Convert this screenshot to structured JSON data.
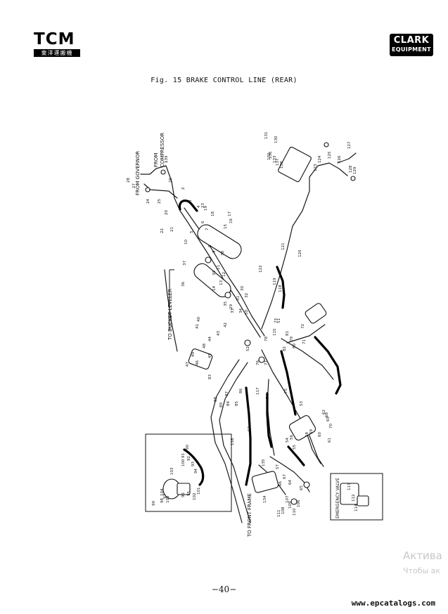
{
  "header": {
    "tcm_logo": "TCM",
    "tcm_subtitle": "東洋運搬機",
    "clark_logo": "CLARK",
    "clark_sub": "EQUIPMENT",
    "figure_title": "Fig. 15  BRAKE CONTROL LINE  (REAR)"
  },
  "diagram": {
    "labels": {
      "from_governor": "FROM GOVERNOR",
      "from_compressor_1": "FROM",
      "from_compressor_2": "COMPRESSOR",
      "to_bucket_leveler": "TO BUCKET LEVELER",
      "to_front_frame": "TO FRONT FRAME",
      "emergency_valve": "EMERGENCY VALVE"
    },
    "part_numbers": [
      "1",
      "2",
      "3",
      "4",
      "5",
      "6",
      "7",
      "8",
      "9",
      "10",
      "11",
      "12",
      "13",
      "14",
      "15",
      "16",
      "17",
      "18",
      "19",
      "20",
      "21",
      "22",
      "23",
      "24",
      "25",
      "26",
      "27",
      "28",
      "29",
      "30",
      "31",
      "32",
      "33",
      "34",
      "35",
      "36",
      "37",
      "38",
      "39",
      "40",
      "41",
      "42",
      "43",
      "44",
      "45",
      "46",
      "47",
      "48",
      "49",
      "50",
      "51",
      "52",
      "53",
      "54",
      "55",
      "56",
      "57",
      "58",
      "59",
      "60",
      "61",
      "62",
      "63",
      "64",
      "65",
      "66",
      "67",
      "68",
      "69",
      "70",
      "71",
      "72",
      "73",
      "74",
      "75",
      "76",
      "77",
      "78",
      "79",
      "80",
      "81",
      "82",
      "83",
      "84",
      "85",
      "86",
      "87",
      "88",
      "89",
      "90",
      "91",
      "92",
      "93",
      "94",
      "95",
      "96",
      "97",
      "98",
      "99",
      "100",
      "101",
      "102",
      "103",
      "104",
      "105",
      "106",
      "107",
      "108",
      "109",
      "110",
      "111",
      "112",
      "113",
      "114",
      "115",
      "116",
      "117",
      "118",
      "119",
      "120",
      "121",
      "122",
      "123",
      "124",
      "125",
      "126",
      "127",
      "128",
      "129",
      "130",
      "131",
      "132",
      "133",
      "134",
      "135",
      "136",
      "137",
      "138",
      "139"
    ]
  },
  "footer": {
    "page_number": "−40−",
    "site_url": "www.epcatalogs.com"
  },
  "overlay": {
    "watermark_title": "Актива",
    "watermark_sub": "Чтобы ак"
  }
}
